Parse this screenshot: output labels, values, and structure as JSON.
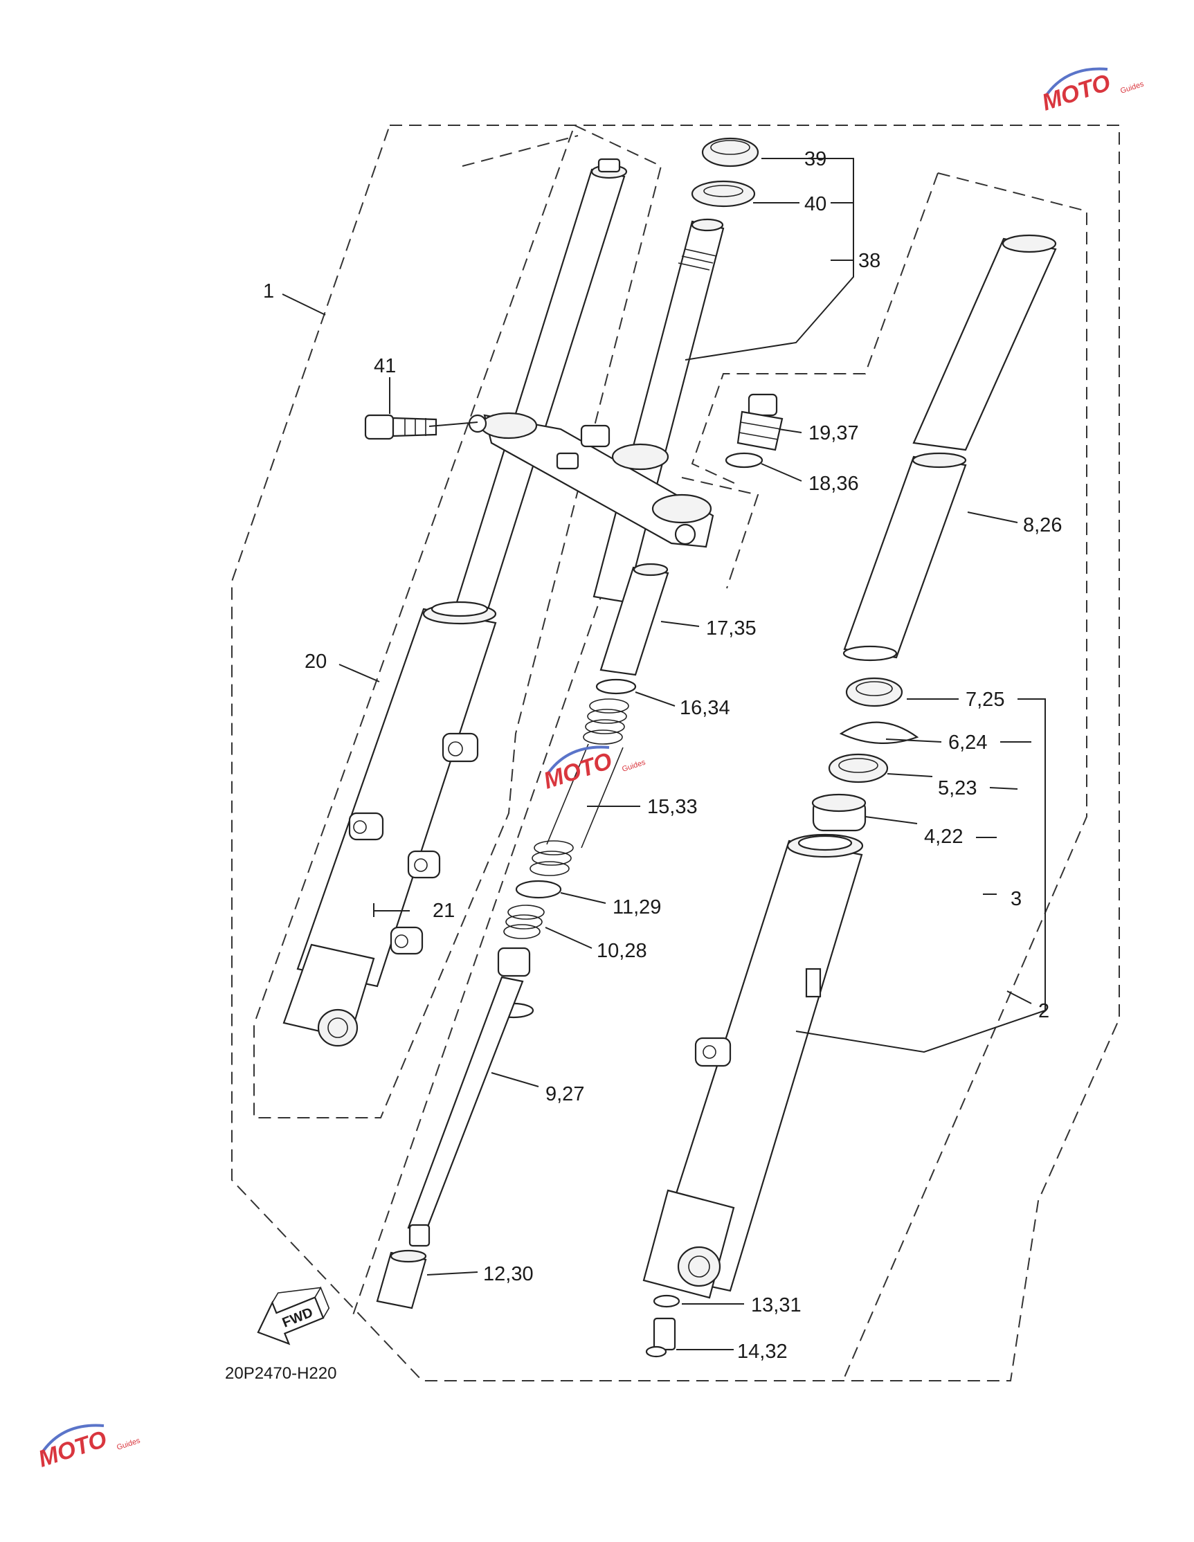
{
  "diagram": {
    "figure_code": "20P2470-H220",
    "direction_label": "FWD",
    "callouts": {
      "c1": "1",
      "c2": "2",
      "c3": "3",
      "c4_22": "4,22",
      "c5_23": "5,23",
      "c6_24": "6,24",
      "c7_25": "7,25",
      "c8_26": "8,26",
      "c9_27": "9,27",
      "c10_28": "10,28",
      "c11_29": "11,29",
      "c12_30": "12,30",
      "c13_31": "13,31",
      "c14_32": "14,32",
      "c15_33": "15,33",
      "c16_34": "16,34",
      "c17_35": "17,35",
      "c18_36": "18,36",
      "c19_37": "19,37",
      "c20": "20",
      "c21": "21",
      "c38": "38",
      "c39": "39",
      "c40": "40",
      "c41": "41"
    }
  },
  "watermark": {
    "brand": "MOTO",
    "sub": "Guides",
    "color": "#d9363e"
  }
}
